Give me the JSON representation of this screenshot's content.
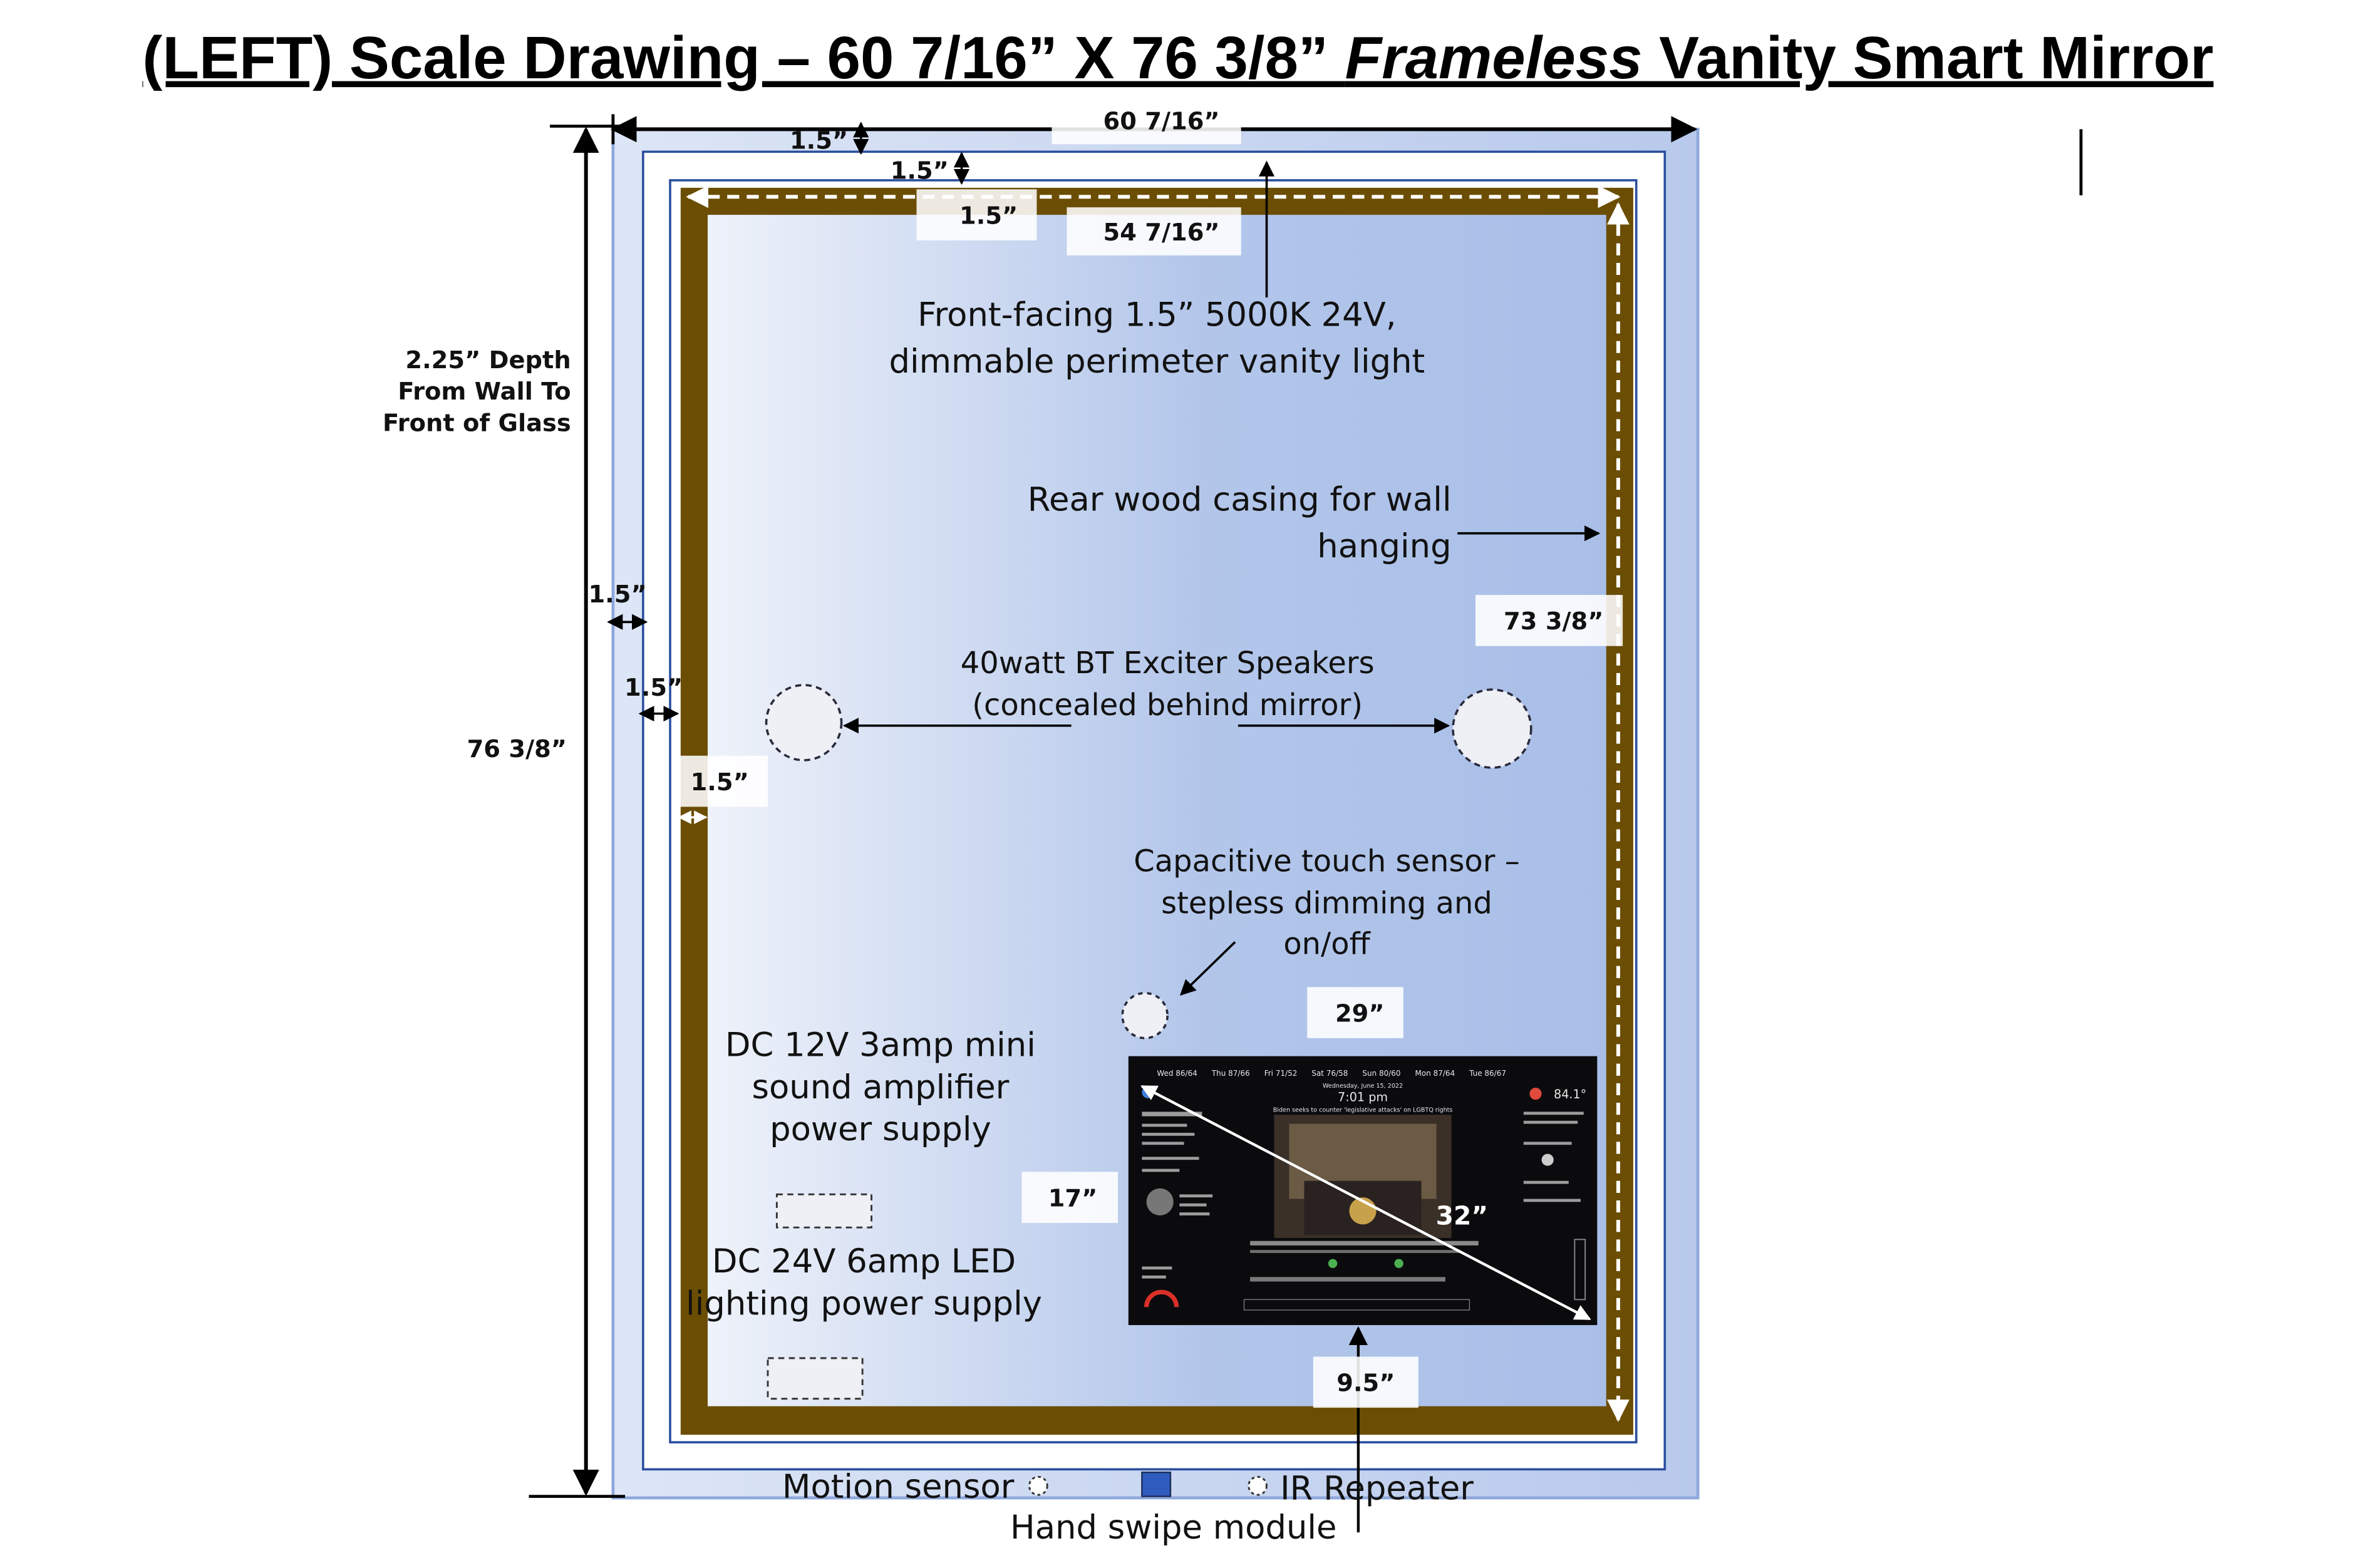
{
  "title": {
    "prefix": "(LEFT) Scale Drawing – 60 7/16” X 76 3/8” ",
    "emphasis": "Frameless",
    "suffix": " Vanity Smart Mirror"
  },
  "dimensions": {
    "overall_width": "60 7/16”",
    "overall_height": "76 3/8”",
    "inner_width": "54 7/16”",
    "inner_height": "73 3/8”",
    "depth_line1": "2.25” Depth",
    "depth_line2": "From Wall To",
    "depth_line3": "Front of Glass",
    "top_gap_1": "1.5”",
    "top_gap_2": "1.5”",
    "top_gap_3": "1.5”",
    "side_gap_1": "1.5”",
    "side_gap_2": "1.5”",
    "side_gap_3": "1.5”",
    "screen_width": "29”",
    "screen_height": "17”",
    "screen_diagonal": "32”",
    "screen_bottom_offset": "9.5”"
  },
  "notes": {
    "vanity_light_line1": "Front-facing 1.5” 5000K 24V,",
    "vanity_light_line2": "dimmable perimeter vanity light",
    "wood_casing_line1": "Rear wood casing for wall",
    "wood_casing_line2": "hanging",
    "speakers_line1": "40watt BT Exciter Speakers",
    "speakers_line2": "(concealed behind mirror)",
    "touch_line1": "Capacitive touch sensor –",
    "touch_line2": "stepless dimming and",
    "touch_line3": "on/off",
    "amp_line1": "DC 12V 3amp mini",
    "amp_line2": "sound amplifier",
    "amp_line3": "power supply",
    "led_line1": "DC 24V 6amp LED",
    "led_line2": "lighting power supply",
    "motion": "Motion sensor",
    "ir": "IR Repeater",
    "hand_swipe": "Hand swipe module"
  },
  "screen": {
    "time": "7:01 pm",
    "date": "Wednesday, June 15, 2022",
    "headline": "Biden seeks to counter 'legislative attacks' on LGBTQ rights",
    "temperature": "84.1°",
    "weather_days": [
      "Wed 86/64",
      "Thu 87/66",
      "Fri 71/52",
      "Sat 76/58",
      "Sun 80/60",
      "Mon 87/64",
      "Tue 86/67"
    ]
  },
  "colors": {
    "wood_frame": "#6b4e03",
    "glass_light": "#eef2fa",
    "glass_mid": "#c2d1ee",
    "glass_dark": "#a7bee8",
    "border_blue": "#2b4f9e",
    "outer_glass": "#c0cfee",
    "module_blue": "#2e5bbd"
  }
}
